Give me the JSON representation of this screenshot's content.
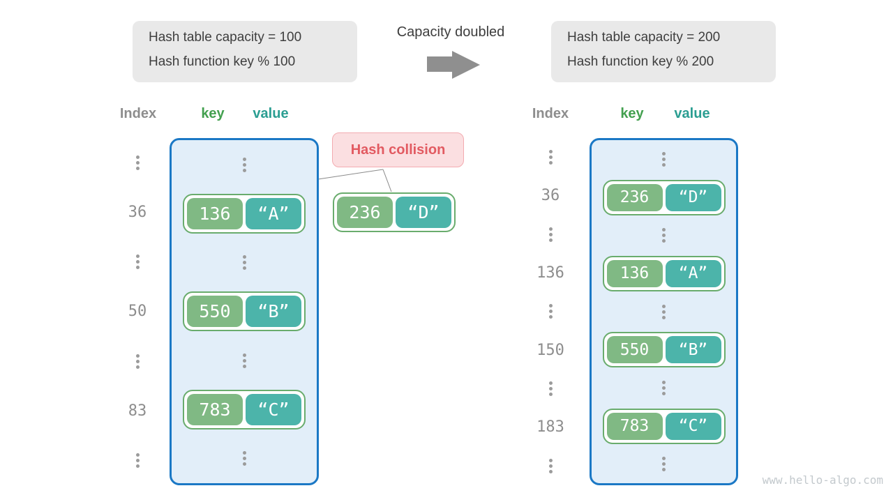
{
  "info_left": {
    "line1": "Hash table capacity = 100",
    "line2": "Hash function key % 100"
  },
  "info_right": {
    "line1": "Hash table capacity = 200",
    "line2": "Hash function key % 200"
  },
  "transition": {
    "label": "Capacity doubled"
  },
  "headers": {
    "index": "Index",
    "key": "key",
    "value": "value"
  },
  "collision": {
    "label": "Hash collision"
  },
  "collision_pair": {
    "key": "236",
    "value": "“D”"
  },
  "left_table": {
    "rows": [
      {
        "type": "ellipsis"
      },
      {
        "type": "pair",
        "index": "36",
        "key": "136",
        "value": "“A”"
      },
      {
        "type": "ellipsis"
      },
      {
        "type": "pair",
        "index": "50",
        "key": "550",
        "value": "“B”"
      },
      {
        "type": "ellipsis"
      },
      {
        "type": "pair",
        "index": "83",
        "key": "783",
        "value": "“C”"
      },
      {
        "type": "ellipsis"
      }
    ]
  },
  "right_table": {
    "rows": [
      {
        "type": "ellipsis"
      },
      {
        "type": "pair",
        "index": "36",
        "key": "236",
        "value": "“D”"
      },
      {
        "type": "ellipsis"
      },
      {
        "type": "pair",
        "index": "136",
        "key": "136",
        "value": "“A”"
      },
      {
        "type": "ellipsis"
      },
      {
        "type": "pair",
        "index": "150",
        "key": "550",
        "value": "“B”"
      },
      {
        "type": "ellipsis"
      },
      {
        "type": "pair",
        "index": "183",
        "key": "783",
        "value": "“C”"
      },
      {
        "type": "ellipsis"
      }
    ]
  },
  "watermark": "www.hello-algo.com",
  "colors": {
    "panel_fill": "#e2eef9",
    "panel_border": "#1b78c5",
    "key_fill": "#80b984",
    "value_fill": "#4cb4aa",
    "pair_border": "#69ac6d",
    "key_header": "#43a04f",
    "value_header": "#2b9e92",
    "collision_fill": "#fbdfe1",
    "collision_border": "#f3abb0",
    "collision_text": "#e25a61",
    "info_box_fill": "#e9e9e9",
    "gray_text": "#8d8d8d",
    "arrow_gray": "#8f8f8f"
  }
}
